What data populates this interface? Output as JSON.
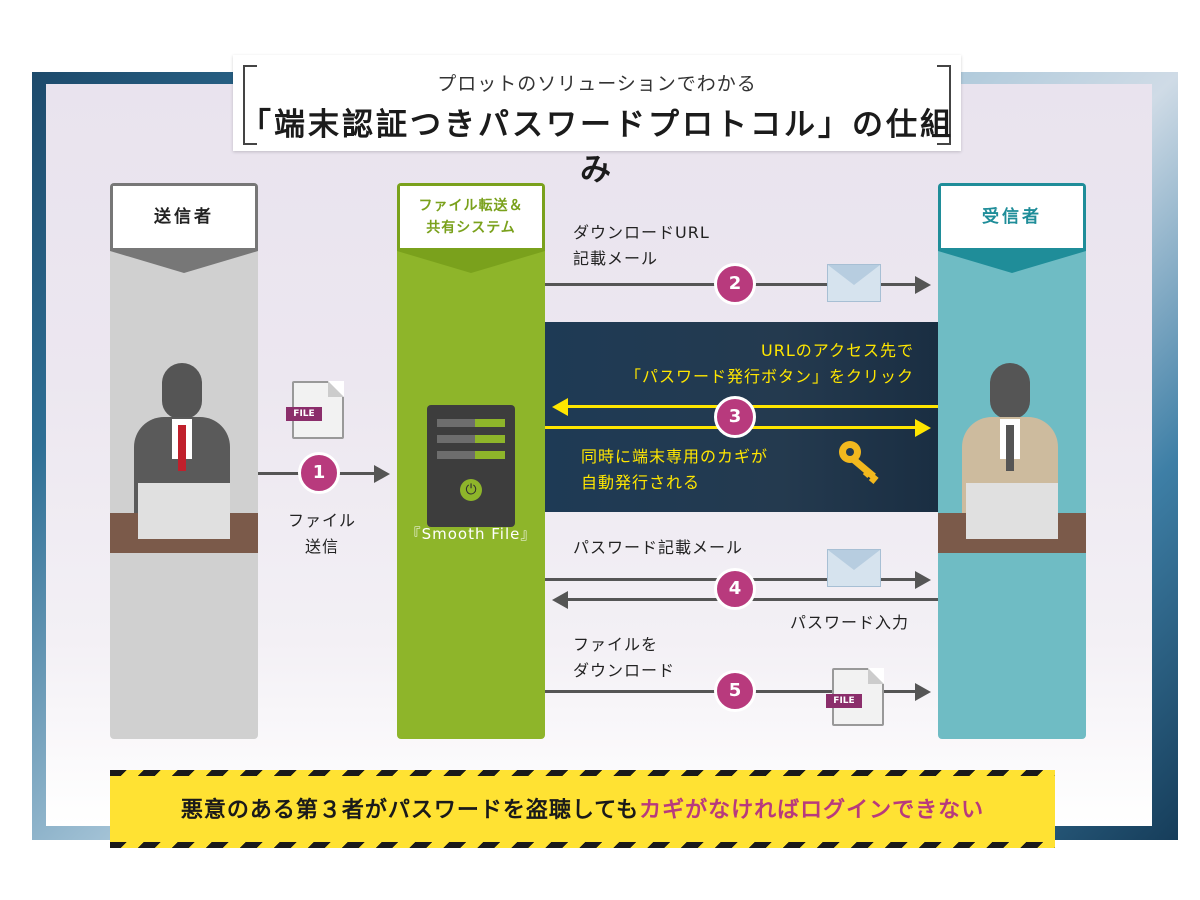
{
  "title": {
    "subtitle": "プロットのソリューションでわかる",
    "main": "「端末認証つきパスワードプロトコル」の仕組み"
  },
  "columns": {
    "sender": "送信者",
    "system_line1": "ファイル転送＆",
    "system_line2": "共有システム",
    "receiver": "受信者",
    "system_name": "『Smooth File』"
  },
  "steps": {
    "s1": "1",
    "s2": "2",
    "s3": "3",
    "s4": "4",
    "s5": "5"
  },
  "labels": {
    "step1_line1": "ファイル",
    "step1_line2": "送信",
    "step2_line1": "ダウンロードURL",
    "step2_line2": "記載メール",
    "step3_top_line1": "URLのアクセス先で",
    "step3_top_line2": "「パスワード発行ボタン」をクリック",
    "step3_bottom_line1": "同時に端末専用のカギが",
    "step3_bottom_line2": "自動発行される",
    "step4_top": "パスワード記載メール",
    "step4_bottom": "パスワード入力",
    "step5_line1": "ファイルを",
    "step5_line2": "ダウンロード",
    "file_tag": "FILE"
  },
  "warning": {
    "before": "悪意のある第３者がパスワードを盗聴しても",
    "highlight": "カギがなければログインできない"
  },
  "icons": [
    "file-icon",
    "mail-icon",
    "key-icon",
    "server-icon",
    "power-icon",
    "person-icon"
  ],
  "colors": {
    "accent_step": "#b83a7d",
    "system_green": "#8eb52a",
    "receiver_teal": "#6fbcc4",
    "sender_gray": "#d0d0d0",
    "warning_yellow": "#ffe233",
    "arrow_yellow": "#ffe600"
  }
}
